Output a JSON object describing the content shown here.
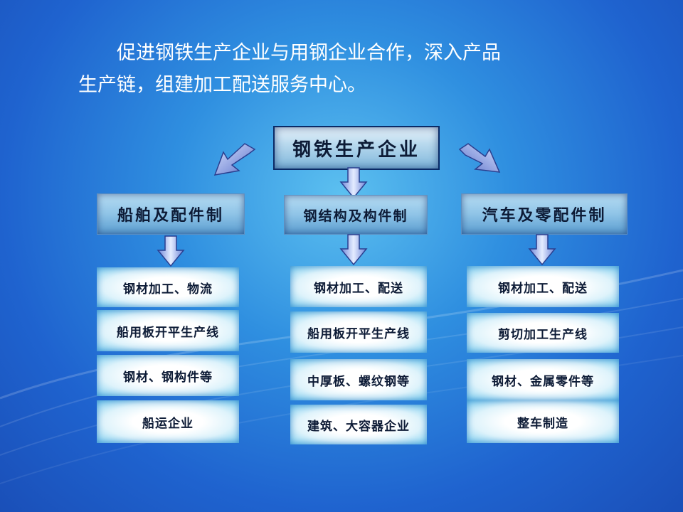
{
  "intro": {
    "line1": "促进钢铁生产企业与用钢企业合作，深入产品",
    "line2": "生产链，组建加工配送服务中心。"
  },
  "top_node": "钢铁生产企业",
  "columns": [
    {
      "title": "船舶及配件制",
      "items": [
        "钢材加工、物流",
        "船用板开平生产线",
        "钢材、钢构件等",
        "船运企业"
      ]
    },
    {
      "title": "钢结构及构件制",
      "items": [
        "钢材加工、配送",
        "船用板开平生产线",
        "中厚板、螺纹钢等",
        "建筑、大容器企业"
      ]
    },
    {
      "title": "汽车及零配件制",
      "items": [
        "钢材加工、配送",
        "剪切加工生产线",
        "钢材、金属零件等",
        "整车制造"
      ]
    }
  ],
  "colors": {
    "background": "#2f8fe0",
    "intro_text": "#ffffff",
    "node_text": "#0d1b36",
    "arrow_fill": "#8fa6e8"
  }
}
